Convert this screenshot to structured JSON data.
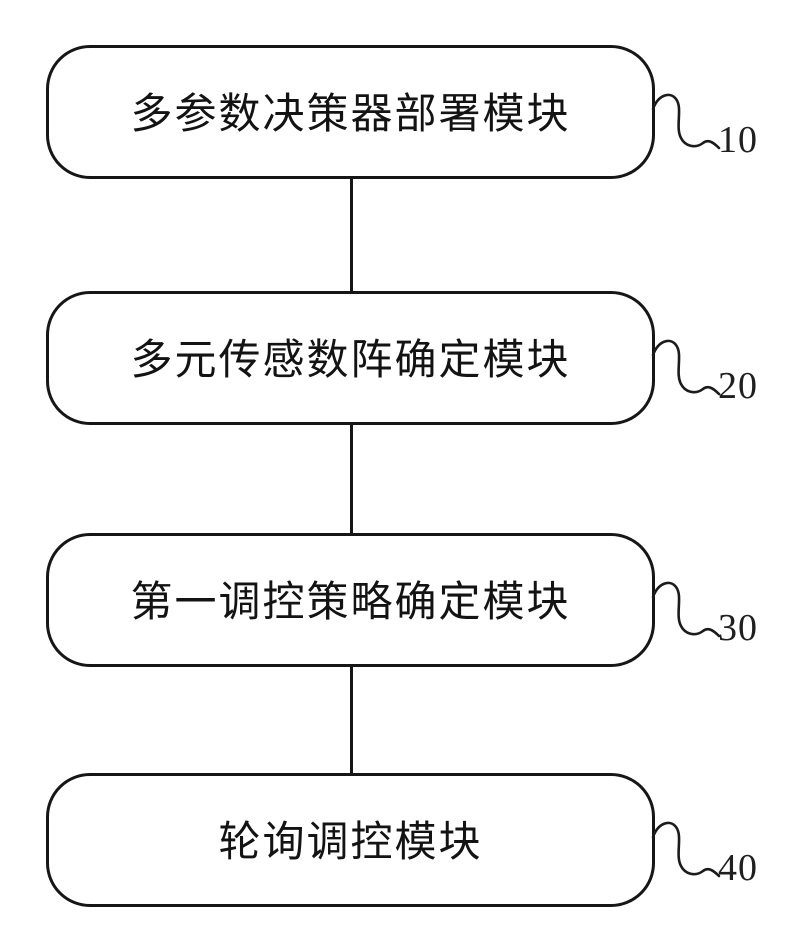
{
  "figure": {
    "type": "block-diagram",
    "background_color": "#ffffff",
    "stroke_color": "#161616",
    "modules": [
      {
        "label": "多参数决策器部署模块",
        "ref": "10"
      },
      {
        "label": "多元传感数阵确定模块",
        "ref": "20"
      },
      {
        "label": "第一调控策略确定模块",
        "ref": "30"
      },
      {
        "label": "轮询调控模块",
        "ref": "40"
      }
    ]
  }
}
